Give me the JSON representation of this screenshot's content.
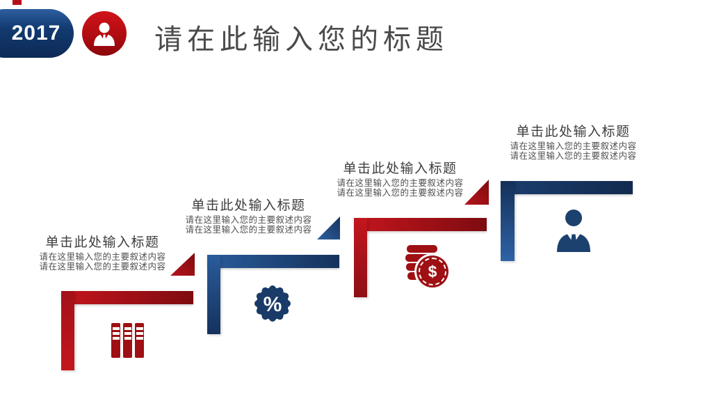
{
  "header": {
    "year_badge": "2017",
    "title": "请在此输入您的标题"
  },
  "colors": {
    "red_bright": "#c3161d",
    "red_dark": "#7e0b10",
    "blue_bright": "#2a5c9c",
    "blue_dark": "#122c52",
    "icon_red": "#9e1013",
    "icon_navy": "#1c416f",
    "badge_navy": "#123a70",
    "avatar_red": "#b30d12",
    "accent_tab_red": "#b5101a",
    "title_text": "#4a4a4a",
    "heading_text": "#3d3d3d",
    "body_text": "#4f4f4f"
  },
  "steps": [
    {
      "heading": "单击此处输入标题",
      "desc1": "请在这里输入您的主要叙述内容",
      "desc2": "请在这里输入您的主要叙述内容",
      "icon": "books-icon",
      "accent": "red"
    },
    {
      "heading": "单击此处输入标题",
      "desc1": "请在这里输入您的主要叙述内容",
      "desc2": "请在这里输入您的主要叙述内容",
      "icon": "percent-icon",
      "icon_glyph": "%",
      "accent": "blue"
    },
    {
      "heading": "单击此处输入标题",
      "desc1": "请在这里输入您的主要叙述内容",
      "desc2": "请在这里输入您的主要叙述内容",
      "icon": "coins-icon",
      "icon_glyph": "$",
      "accent": "red"
    },
    {
      "heading": "单击此处输入标题",
      "desc1": "请在这里输入您的主要叙述内容",
      "desc2": "请在这里输入您的主要叙述内容",
      "icon": "person-icon",
      "accent": "blue"
    }
  ]
}
